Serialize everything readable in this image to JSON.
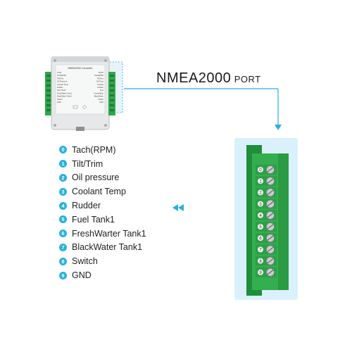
{
  "port_label": {
    "main": "NMEA2000",
    "sub": "PORT"
  },
  "controller": {
    "title": "NMEA2000 Converter",
    "left_col": [
      "C702",
      "Tach(RPM)",
      "Tilt/Trim",
      "Oil Pressure",
      "Coolant Temp",
      "Rudder",
      "Fuel Tank1",
      "FreshWater Tank1",
      "BlackWater Tank1",
      "Switch",
      "GND"
    ],
    "right_col": [
      "PORT",
      "Tach(RPM)",
      "Tilt/Trim",
      "Oil Press",
      "Coolant",
      "Rudder",
      "Fuel",
      "FreshWater",
      "BlackWater",
      "Switch",
      "GND"
    ]
  },
  "pins": [
    {
      "num": "0",
      "label": "Tach(RPM)"
    },
    {
      "num": "1",
      "label": "Tilt/Trim"
    },
    {
      "num": "2",
      "label": "Oil pressure"
    },
    {
      "num": "3",
      "label": "Coolant Temp"
    },
    {
      "num": "4",
      "label": "Rudder"
    },
    {
      "num": "5",
      "label": "Fuel Tank1"
    },
    {
      "num": "6",
      "label": "FreshWarter Tank1"
    },
    {
      "num": "7",
      "label": "BlackWater Tank1"
    },
    {
      "num": "8",
      "label": "Switch"
    },
    {
      "num": "9",
      "label": "GND"
    }
  ],
  "terminal_numbers": [
    "0",
    "1",
    "2",
    "3",
    "4",
    "5",
    "6",
    "7",
    "8",
    "9"
  ],
  "colors": {
    "accent": "#27b1e0",
    "terminal_green": "#2fa84a",
    "panel_bg": "#daf1fb",
    "box": "#e6e8e9"
  },
  "icons": {
    "arrow_left": "double-chevron-left-icon",
    "arrow_down": "triangle-down-icon"
  }
}
